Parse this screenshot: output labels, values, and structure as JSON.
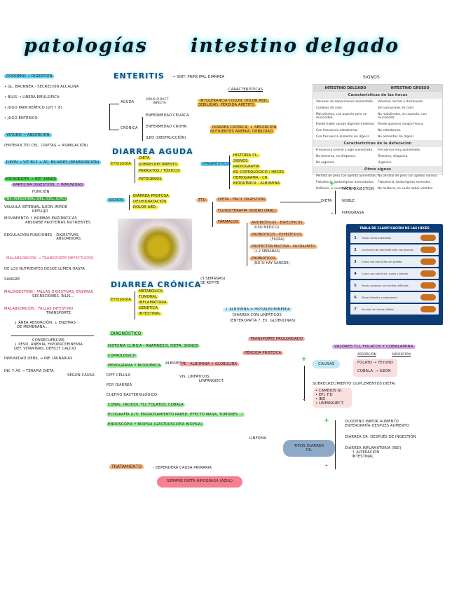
{
  "title": {
    "word1": "patologías",
    "word2": "intestino delgado"
  },
  "left_col": {
    "duodeno": "DUODENO → DIGESTIÓN",
    "l1": "• GL. BRUNNER - SECRECIÓN ALCALINA",
    "l2": "• BILIS → LIBERA EMULSIFICA",
    "l3": "• JUGO PANCREÁTICO (pH ↑ 8)",
    "l4": "• JUGO ENTÉRICO",
    "yeyuno": "YEYUNO → ABSORCIÓN",
    "l5": "(ENTEROCITO CEL. CRIPTAS → ASIMILACIÓN)",
    "ileon": "ÍLEON → VIT B12 + ÁC. BILIARES (REABSORCIÓN)",
    "microbiota": "MICROBIOTA → INT. SANOS",
    "microbiota_sub": "PARTICIPA DIGESTIÓN, ↑ INMUNIDAD",
    "funcion": "FUNCIÓN",
    "inf": "INF. INTESTINAL DEL. CEL. (ETC)",
    "l6": "VÁLVULA INTERNAL ÍLEON IMPIDE",
    "l7": "REFLUJO",
    "l8": "MOVIMIENTO ↑ BOMBAS ENZIMÁTICAS",
    "l9": "ABSORBE PROTEÍNAS NUTRIENTES",
    "l10": "REGULACIÓN FUNCIONES",
    "l10b": "DIGESTIVAS",
    "l10c": "ABSORBIDAS",
    "malabs": "MALABSORCIÓN → TRANSPORTE DEFECTUOSO",
    "l11": "DE LOS NUTRIENTES DESDE LUMEN HASTA",
    "l12": "SANGRE",
    "maldig": "MALDIGESTIÓN : FALLAS DIGESTIVAS, ENZIMAS",
    "maldig2": "SECRECIONES, BILIS...",
    "malab2": "MALABSORCIÓN : FALLAS INTESTINO",
    "malab2b": "TRANSPORTE",
    "l13": "↓ ÁREA ABSORCIÓN, ↓ ENZIMAS",
    "l13b": "DE MEMBRANA...",
    "consecuencias": "CONSECUENCIAS",
    "l14": "↓ PESO, ANEMIA, HIPOPROTEINEMIA",
    "l14b": "DEF. VITAMINAS, DÉFICIT CALCIO",
    "l15": "INMUNIDAD DEBIL → INF. URINARIAS",
    "l16": "INC Y AS → TERAPIA DIETA",
    "l16b": "SEGÚN CAUSA"
  },
  "enteritis": {
    "title": "ENTERITIS",
    "sub": "→ SINT. PRINCIPAL DIARREA",
    "caracteristicas": "CARACTERÍSTICAS",
    "aguda": "AGUDA",
    "aguda_a": "VIRUS O BACT.",
    "aguda_b": "INFECTA",
    "aguda_res": "INTOLERANCIA COLON, DOLOR ABD., DEBILIDAD, PÉRDIDA APETITO",
    "cronica": "CRÓNICA",
    "cr1": "ENFERMEDAD CELIACA",
    "cr2": "ENFERMEDAD CROHN",
    "cr3": "ILEO (OBSTRUCCIÓN)",
    "cr_res": "DIARREA CRÓNICA, ↓ ABSORCIÓN NUTRIENTES ANEMIA, DEBILIDAD"
  },
  "signos_table": {
    "label": "SIGNOS",
    "h1": "INTESTINO DELGADO",
    "h2": "INTESTINO GRUESO",
    "s1": "Características de las heces",
    "r1a": "Volumen de deposiciones aumentado.",
    "r1b": "Volumen normal o disminuido.",
    "r2a": "Cambios de color.",
    "r2b": "Sin variaciones de color.",
    "r3a": "Mal olientes, con aspecto pero no mucosidad.",
    "r3b": "No malolientes, sin aspecto, con mucosidad.",
    "r4a": "Puede haber sangre digerida (melena).",
    "r4b": "Puede aparecer sangre fresca.",
    "r5a": "Con frecuencia esteatorrea.",
    "r5b": "No esteatorrea.",
    "r6a": "Con frecuencia alimento sin digerir.",
    "r6b": "No alimentos sin digerir.",
    "s2": "Características de la defecación",
    "d1a": "Frecuencia normal o algo aumentada.",
    "d1b": "Frecuencia muy aumentada.",
    "d2a": "No tenesmo, no disquecia.",
    "d2b": "Tenesmo, disquecia.",
    "d3a": "No urgencia.",
    "d3b": "Urgencia.",
    "s3": "Otros signos",
    "o1a": "Pérdida de peso con apetito aumentado.",
    "o1b": "No pérdida de peso con apetito normal.",
    "o2a": "Flatulencia, borborigmos aumentados.",
    "o2b": "Flatulencia, borborigmos normales.",
    "o3a": "Halitosis, a veces vómitos.",
    "o3b": "No halitosis, no suele haber vómitos."
  },
  "diarrea_aguda": {
    "title": "DIARREA AGUDA",
    "etiologia": "ETIOLOGÍA",
    "e1": "DIETA",
    "e2": "SOBRECRECIMIENTO",
    "e3": "PARÁSITOS / TÓXICOS",
    "e4": "PATÓGENOS",
    "diagnostico": "DIAGNÓSTICO",
    "d1": "HISTORIA CL.",
    "d2": "SIGNOS",
    "d3": "RADIOGRAFÍA",
    "d4": "EG COPROLÓGICO / HECES",
    "d5": "HEMOGRAMA - CR",
    "d6": "BIOQUÍMICA - ALBÚMINA",
    "signos": "SIGNOS",
    "sg1": "DIARREA PROFUSA",
    "sg2": "DESHIDRATACIÓN",
    "sg3": "DOLOR ABD.",
    "tto": "TTO",
    "t1": "DIETA - FÁCIL DIGESTIÓN",
    "t2": "FLUIDOTERAPIA (SUERO ORAL)",
    "t3": "FÁRMACOS",
    "f1": "ANTIBIÓTICOS - ESPECÍFICOS",
    "f1b": "(USO MEDICO)",
    "f2": "PROBIÓTICOS - ESPECÍFICOS",
    "f2b": "(FLORA)",
    "f3": "PROTECTOR MUCOSA - SUCRALFATO",
    "f3b": "(1-2 SEMANAS)",
    "f4": "PROBIÓTICOS",
    "f4b": "(NO SI HAY SANGRE)",
    "dieta_r": "DIETA",
    "r1": "FÁCIL DIGESTIÓN",
    "r2": "NOBLE",
    "r3": "HIPOGRASA",
    "plus": "+",
    "minus": "-"
  },
  "bristol": {
    "title": "TABLA DE CLASIFICACIÓN DE LAS HECES",
    "rows": [
      "Trozos duros separados",
      "Con forma de salchicha pero con grumos",
      "Como una salchicha con grietas",
      "Como una salchicha, suave y blanda",
      "Trozos pastosos con bordes definidos",
      "Trozos blandos y esponjosos",
      "Acuosa, sin trozos sólidos"
    ]
  },
  "diarrea_cronica": {
    "title": "DIARREA CRÓNICA",
    "sub": "(3 SEMANAS)",
    "sub2": "SE REPITE",
    "etiologia": "ETIOLOGÍA",
    "e1": "METABÓLICA",
    "e2": "TUMORAL",
    "e3": "INFLAMATORIA",
    "e4": "GENÉTICA",
    "e5": "INTESTINAL",
    "alb": "↓ ALBÚMINA = HIPOALBUMINEMIA",
    "alb2": "DIARREA CON LINFÁTICOS",
    "alb3": "(ENTEROPATÍA ?, EX. GLOBULINAS)"
  },
  "diagnostico": {
    "title": "DIAGNÓSTICO",
    "i1": "HISTORIA CLÍNICA - ANAMNESIS, DIETA, SIGNOS",
    "i2": "COPROLÓGICO",
    "i3": "HEMOGRAMA Y BIOQUÍMICA",
    "i3a": "ALBÚMINA",
    "i4": "DIFF CÉLULA",
    "i5": "PCR DIARREA",
    "i6": "CULTIVO BACTERIOLÓGICO",
    "i7": "COBAL. (ACIDO), TLI, FOLATOS, COBALA",
    "i8": "ECOGRAFÍA (L/S: ENGROSAMIENTO PARED, EFECTO MASA, TUMORES...)",
    "i8b": "LINFOMA",
    "i9": "ENDOSCOPIA Y BIOPSIA (GASTROSCOPIA BIOPSIA)",
    "pe": "PE - ALBÚMINA + GLOBULINA",
    "vis": "VIS. LINFÁTICOS",
    "vis2": "LINFANGIECT.",
    "trans": "TRANSPORTE PROLONGADO",
    "perdida": "PÉRDIDA PROTEICA",
    "tratamiento": "TRATAMIENTO",
    "tto": "- DEPENDERÁ CAUSA PRIMARIA",
    "siempre": "SIEMPRE DIETA HIPOGRASA (AZUL)"
  },
  "valores": {
    "title": "VALORES TLI, FOLATOS Y COBALAMINA",
    "s1": "ABSORCIÓN",
    "s2": "ABSORCIÓN",
    "v1": "FOLATO → YEYUNO",
    "v2": "COBALA. → ÍLEON",
    "causas": "CAUSAS",
    "plus": "+",
    "minus": "-",
    "sobre": "SOBRECRECIMIENTO (SUPLEMENTOS DIETA)",
    "sobre2": "• CAMBIOS GI.",
    "sobre3": "• EPI, F.D",
    "sobre4": "• IBD",
    "sobre5": "• LINFANGIECT.",
    "tipos": "TIPOS DIARREA CR.",
    "a1": "DUODENO MAYOR AUMENTO",
    "a2": "ENTEROPATÍA DESPUES AUMENTO",
    "a3": "DIARREA CR. DESPUÉS DE INGESTIÓN",
    "a4": "DIARREA INFLAMATORIA (IBD)",
    "a5": "↑ ALTERACIÓN",
    "a6": "INTESTINAL"
  }
}
